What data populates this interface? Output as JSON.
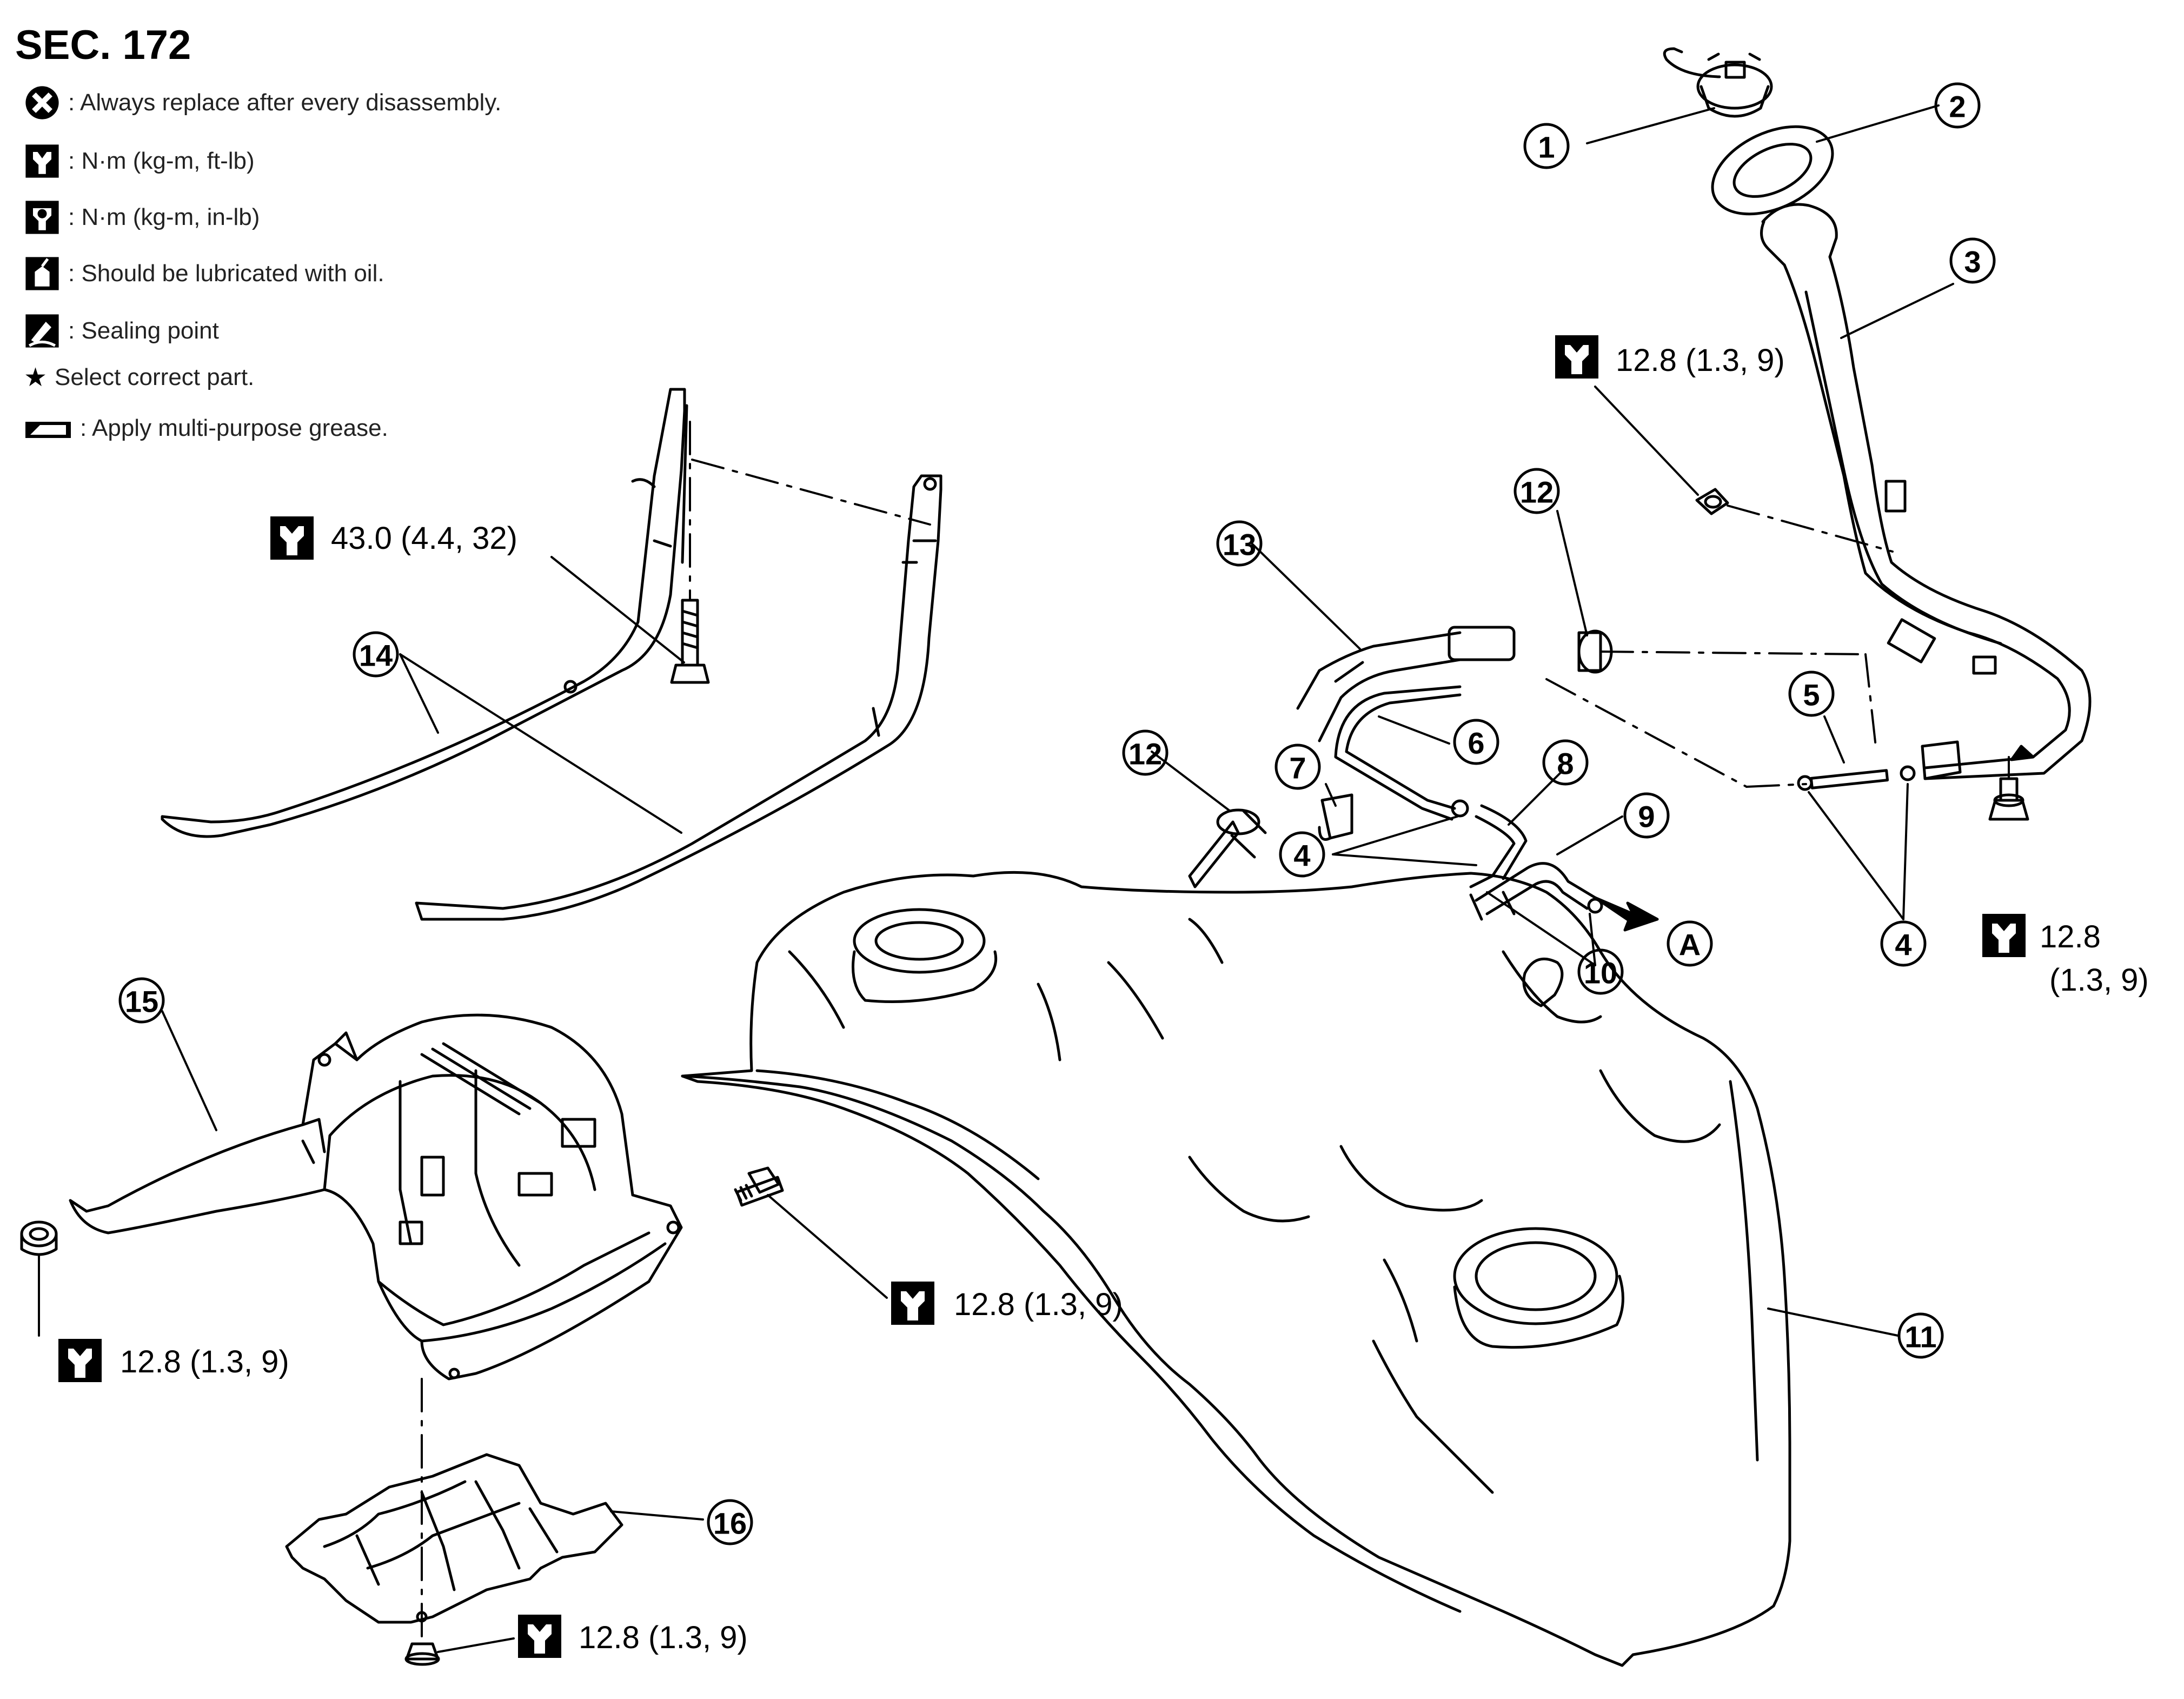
{
  "header": {
    "title": "SEC. 172"
  },
  "legend": [
    {
      "icon": "replace-part-icon",
      "text": ": Always replace after every disassembly."
    },
    {
      "icon": "torque-wrench-icon",
      "text": ": N·m (kg-m, ft-lb)"
    },
    {
      "icon": "torque-wrench-small-icon",
      "text": ": N·m (kg-m, in-lb)"
    },
    {
      "icon": "oil-can-icon",
      "text": ": Should be lubricated with oil."
    },
    {
      "icon": "sealing-point-icon",
      "text": ": Sealing point"
    },
    {
      "icon": "star-icon",
      "symbol": "★",
      "text": "Select correct part."
    },
    {
      "icon": "grease-icon",
      "text": ": Apply multi-purpose grease."
    }
  ],
  "torque_labels": {
    "filler_bracket": "12.8 (1.3, 9)",
    "filler_nut_value": "12.8",
    "filler_nut_units": "(1.3, 9)",
    "band_bolt": "43.0 (4.4, 32)",
    "protector_bolt": "12.8 (1.3, 9)",
    "protector_nut": "12.8 (1.3, 9)",
    "cover_nut": "12.8 (1.3, 9)"
  },
  "callouts": {
    "c1": "1",
    "c2": "2",
    "c3": "3",
    "c4": "4",
    "c5": "5",
    "c6": "6",
    "c7": "7",
    "c8": "8",
    "c9": "9",
    "c10": "10",
    "c11": "11",
    "c12": "12",
    "c13": "13",
    "c14": "14",
    "c15": "15",
    "c16": "16"
  },
  "arrow_ref": "A",
  "colors": {
    "line": "#000000",
    "background": "#ffffff"
  }
}
